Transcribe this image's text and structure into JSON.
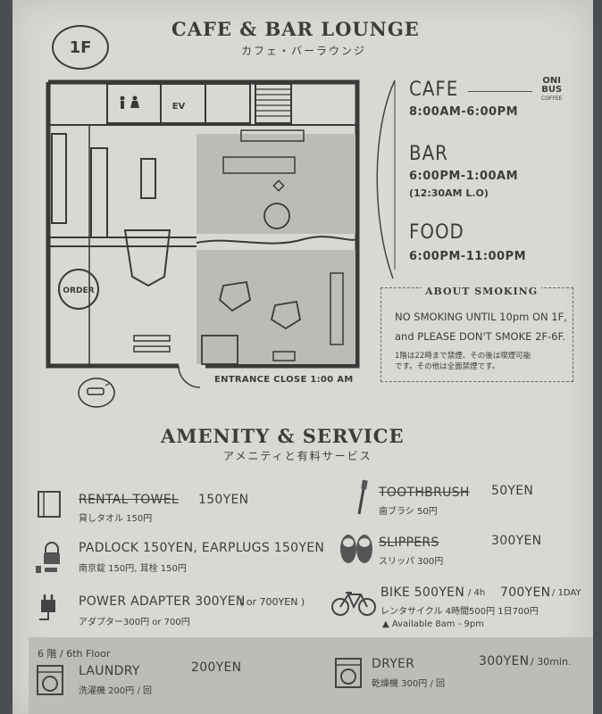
{
  "floor_badge": "1F",
  "header": {
    "title": "CAFE & BAR LOUNGE",
    "subtitle": "カフェ・バーラウンジ"
  },
  "map": {
    "labels": {
      "ev": "EV",
      "order": "ORDER",
      "entrance": "ENTRANCE CLOSE 1:00 AM"
    }
  },
  "logo": {
    "line1": "ONI",
    "line2": "BUS",
    "line3": "COFFEE"
  },
  "hours": {
    "cafe": {
      "label": "CAFE",
      "time": "8:00AM-6:00PM"
    },
    "bar": {
      "label": "BAR",
      "time": "6:00PM-1:00AM",
      "note": "(12:30AM L.O)"
    },
    "food": {
      "label": "FOOD",
      "time": "6:00PM-11:00PM"
    }
  },
  "smoking": {
    "title": "ABOUT SMOKING",
    "line1": "NO SMOKING UNTIL 10pm ON 1F,",
    "line2": "and PLEASE DON'T SMOKE 2F-6F.",
    "jp1": "1階は22時まで禁煙、その後は喫煙可能",
    "jp2": "です。その他は全面禁煙です。"
  },
  "amenity": {
    "title": "AMENITY & SERVICE",
    "subtitle": "アメニティと有料サービス"
  },
  "services": {
    "towel": {
      "name": "RENTAL TOWEL",
      "price": "150YEN",
      "jp": "貸しタオル 150円"
    },
    "padlock": {
      "name": "PADLOCK 150YEN, EARPLUGS 150YEN",
      "jp": "南京錠 150円, 耳栓 150円"
    },
    "adapter": {
      "name": "POWER ADAPTER  300YEN",
      "price_alt": "( or 700YEN )",
      "jp": "アダプター300円 or 700円"
    },
    "toothbrush": {
      "name": "TOOTHBRUSH",
      "price": "50YEN",
      "jp": "歯ブラシ 50円"
    },
    "slippers": {
      "name": "SLIPPERS",
      "price": "300YEN",
      "jp": "スリッパ 300円"
    },
    "bike": {
      "name": "BIKE 500YEN",
      "per1": "/ 4h",
      "price2": "700YEN",
      "per2": "/ 1DAY",
      "jp": "レンタサイクル 4時間500円 1日700円",
      "avail": "▲ Available 8am - 9pm"
    },
    "floor6": "6 階 / 6th Floor",
    "laundry": {
      "name": "LAUNDRY",
      "price": "200YEN",
      "jp": "洗濯機 200円 / 回"
    },
    "dryer": {
      "name": "DRYER",
      "price": "300YEN",
      "per": "/ 30min.",
      "jp": "乾燥機 300円 / 回"
    }
  }
}
